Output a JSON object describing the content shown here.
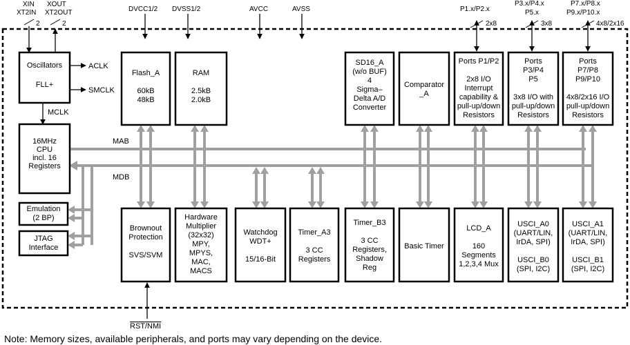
{
  "top_labels": {
    "xin": [
      "XIN",
      "XT2IN"
    ],
    "xout": [
      "XOUT",
      "XT2OUT"
    ],
    "xin_count": "2",
    "xout_count": "2",
    "dvcc": "DVCC1/2",
    "dvss": "DVSS1/2",
    "avcc": "AVCC",
    "avss": "AVSS",
    "port12": [
      "P1.x/P2.x"
    ],
    "port12_count": "2x8",
    "port345": [
      "P3.x/P4.x",
      "P5.x"
    ],
    "port345_count": "3x8",
    "port78910": [
      "P7.x/P8.x",
      "P9.x/P10.x"
    ],
    "port78910_count": "4x8/2x16"
  },
  "clock_labels": {
    "aclk": "ACLK",
    "smclk": "SMCLK",
    "mclk": "MCLK"
  },
  "bus_labels": {
    "mab": "MAB",
    "mdb": "MDB"
  },
  "blocks": {
    "oscillators": [
      "Oscillators",
      "",
      "FLL+"
    ],
    "cpu": [
      "16MHz",
      "CPU",
      "incl. 16",
      "Registers"
    ],
    "emulation": [
      "Emulation",
      "(2 BP)"
    ],
    "jtag": [
      "JTAG",
      "Interface"
    ],
    "flash": [
      "Flash_A",
      "",
      "60kB",
      "48kB"
    ],
    "ram": [
      "RAM",
      "",
      "2.5kB",
      "2.0kB"
    ],
    "sd16": [
      "SD16_A",
      "(w/o BUF)",
      "4",
      "Sigma–",
      "Delta A/D",
      "Converter"
    ],
    "comparator": [
      "Comparator",
      "_A"
    ],
    "ports12": [
      "Ports P1/P2",
      "",
      "2x8 I/O",
      "Interrupt",
      "capability &",
      "pull-up/down",
      "Resistors"
    ],
    "ports345": [
      "Ports",
      "P3/P4",
      "P5",
      "",
      "3x8 I/O with",
      "pull-up/down",
      "Resistors"
    ],
    "ports78910": [
      "Ports",
      "P7/P8",
      "P9/P10",
      "",
      "4x8/2x16 I/O",
      "pull-up/down",
      "Resistors"
    ],
    "brownout": [
      "Brownout",
      "Protection",
      "",
      "SVS/SVM"
    ],
    "hwmult": [
      "Hardware",
      "Multiplier",
      "(32x32)",
      "MPY,",
      "MPYS,",
      "MAC,",
      "MACS"
    ],
    "watchdog": [
      "Watchdog",
      "WDT+",
      "",
      "15/16-Bit"
    ],
    "timera3": [
      "Timer_A3",
      "",
      "3 CC",
      "Registers"
    ],
    "timerb3": [
      "Timer_B3",
      "",
      "3 CC",
      "Registers,",
      "Shadow",
      "Reg"
    ],
    "basictimer": [
      "Basic Timer"
    ],
    "lcd": [
      "LCD_A",
      "",
      "160",
      "Segments",
      "1,2,3,4 Mux"
    ],
    "usci_a0": [
      "USCI_A0",
      "(UART/LIN,",
      "IrDA, SPI)",
      "",
      "USCI_B0",
      "(SPI, I2C)"
    ],
    "usci_a1": [
      "USCI_A1",
      "(UART/LIN,",
      "IrDA, SPI)",
      "",
      "USCI_B1",
      "(SPI, I2C)"
    ]
  },
  "rst_label": "RST/NMI",
  "note": "Note: Memory sizes, available peripherals, and ports may vary depending on the device."
}
